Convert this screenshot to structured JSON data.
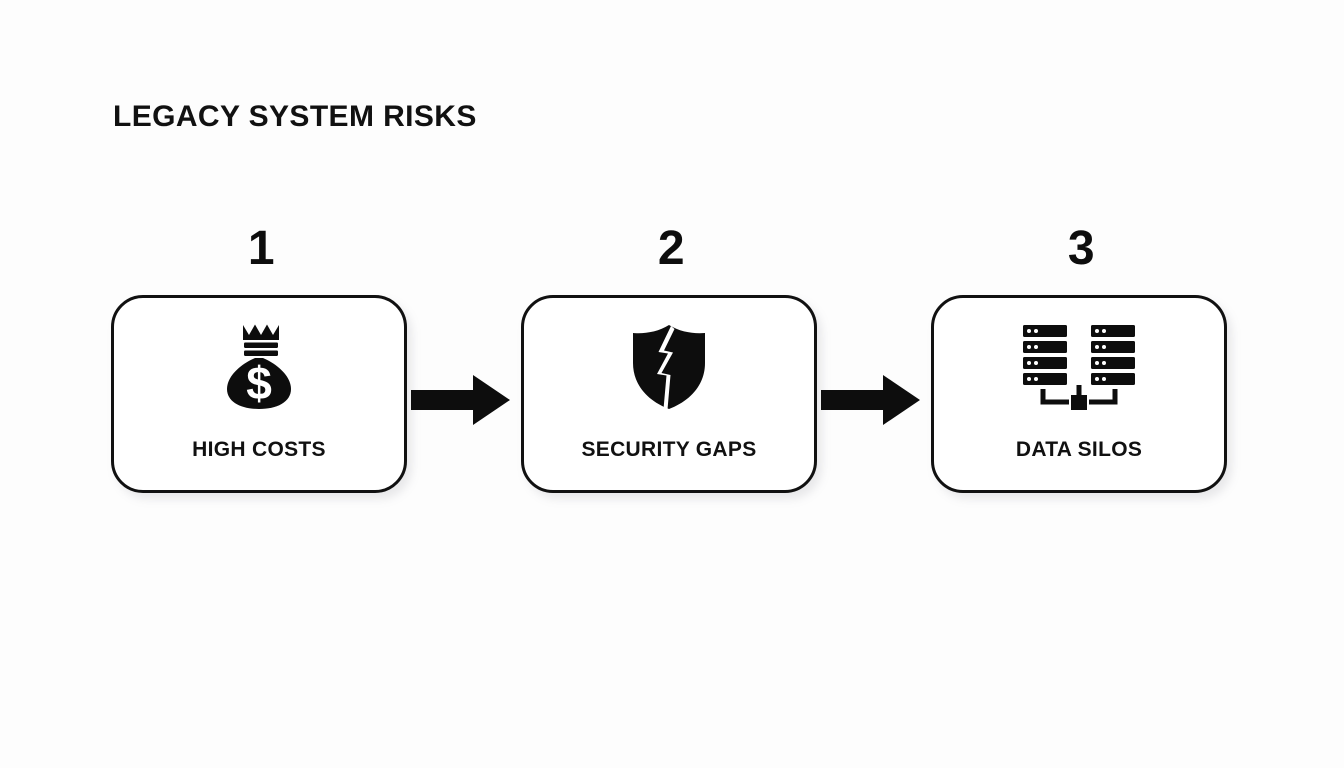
{
  "page": {
    "title": "LEGACY SYSTEM RISKS",
    "background_color": "#fdfdfd",
    "ink_color": "#111111"
  },
  "flow": {
    "steps": [
      {
        "number": "1",
        "label": "HIGH COSTS",
        "icon": "money-bag-icon"
      },
      {
        "number": "2",
        "label": "SECURITY GAPS",
        "icon": "cracked-shield-icon"
      },
      {
        "number": "3",
        "label": "DATA SILOS",
        "icon": "data-silos-servers-icon"
      }
    ],
    "connectors": [
      {
        "from": "1",
        "to": "2",
        "icon": "arrow-right-icon"
      },
      {
        "from": "2",
        "to": "3",
        "icon": "arrow-right-icon"
      }
    ]
  }
}
